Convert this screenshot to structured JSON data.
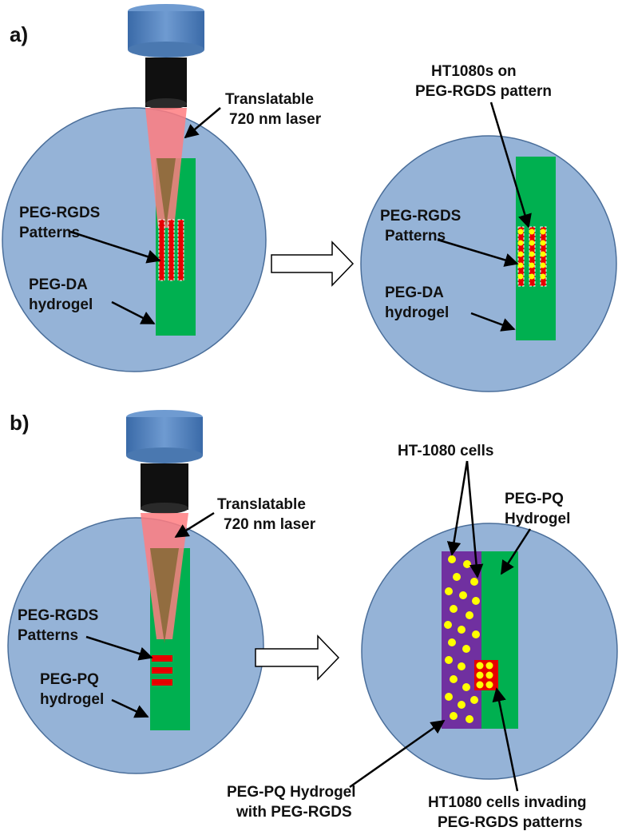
{
  "panel_a": {
    "label": "a)",
    "laser": [
      "Translatable",
      "720 nm laser"
    ],
    "patterns": [
      "PEG-RGDS",
      "Patterns"
    ],
    "hydrogel": [
      "PEG-DA",
      "hydrogel"
    ],
    "cells_on_pattern": [
      "HT1080s on",
      "PEG-RGDS pattern"
    ],
    "patterns_right": [
      "PEG-RGDS",
      "Patterns"
    ],
    "hydrogel_right": [
      "PEG-DA",
      "hydrogel"
    ]
  },
  "panel_b": {
    "label": "b)",
    "laser": [
      "Translatable",
      "720 nm laser"
    ],
    "patterns": [
      "PEG-RGDS",
      "Patterns"
    ],
    "hydrogel": [
      "PEG-PQ",
      "hydrogel"
    ],
    "cells": "HT-1080 cells",
    "pq_hydrogel": [
      "PEG-PQ",
      "Hydrogel"
    ],
    "pq_with_rgds": [
      "PEG-PQ Hydrogel",
      "with PEG-RGDS"
    ],
    "invading": [
      "HT1080 cells invading",
      "PEG-RGDS patterns"
    ]
  },
  "colors": {
    "dish": "#95b3d7",
    "dish_stroke": "#4a6e9a",
    "hydrogel": "#00b050",
    "pattern": "#e60000",
    "cell": "#ffff00",
    "purple_gel": "#7030a0",
    "objective": "#4f81bd",
    "laser": "#ff7c80",
    "laser_core": "#8a6a3a"
  }
}
